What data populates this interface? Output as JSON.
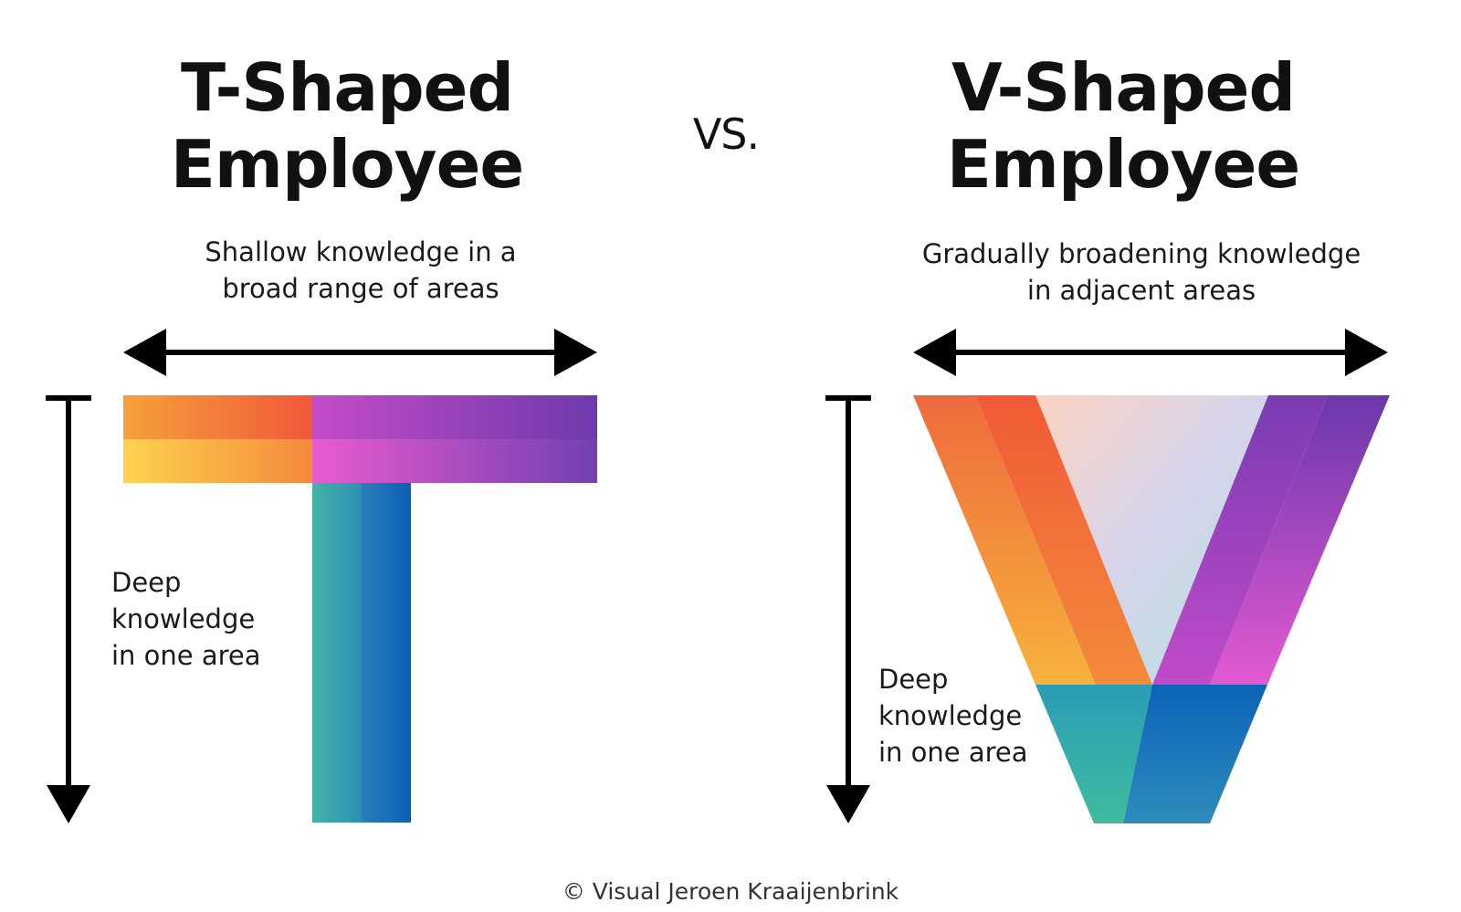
{
  "left": {
    "title_line1": "T-Shaped",
    "title_line2": "Employee",
    "breadth_line1": "Shallow knowledge in a",
    "breadth_line2": "broad range of areas",
    "depth_line1": "Deep",
    "depth_line2": "knowledge",
    "depth_line3": "in one area"
  },
  "separator": "VS.",
  "right": {
    "title_line1": "V-Shaped",
    "title_line2": "Employee",
    "breadth_line1": "Gradually broadening knowledge",
    "breadth_line2": "in adjacent areas",
    "depth_line1": "Deep",
    "depth_line2": "knowledge",
    "depth_line3": "in one area"
  },
  "credit": "© Visual Jeroen Kraaijenbrink",
  "colors": {
    "orange": "#f26a3c",
    "yellow": "#fdd34e",
    "purple": "#7a3fb0",
    "magenta": "#e85bd0",
    "teal": "#3fb5a5",
    "blue": "#0b63b8",
    "arrow": "#000000"
  }
}
